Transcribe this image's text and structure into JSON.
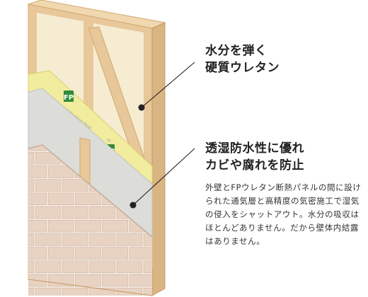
{
  "callouts": [
    {
      "lines": [
        "水分を弾く",
        "硬質ウレタン"
      ]
    },
    {
      "lines": [
        "透湿防水性に優れ",
        "カビや腐れを防止"
      ],
      "description": "外壁とFPウレタン断熱パネルの間に設けられた通気層と高精度の気密施工で湿気の侵入をシャットアウト。水分の吸収はほとんどありません。だから壁体内結露はありません。"
    }
  ],
  "badge": {
    "text": "FP",
    "label": "FP Advanced Insulation Panel"
  },
  "colors": {
    "timber": "#e8c79a",
    "timber_edge": "#d4a86c",
    "insulation": "#f5ecd2",
    "membrane": "#f2ec9e",
    "sheathing": "#dcdcd8",
    "brick": "#e8d2c2",
    "mortar": "#f7eee6",
    "badge_green": "#2f8a3a",
    "leader": "#222222"
  }
}
